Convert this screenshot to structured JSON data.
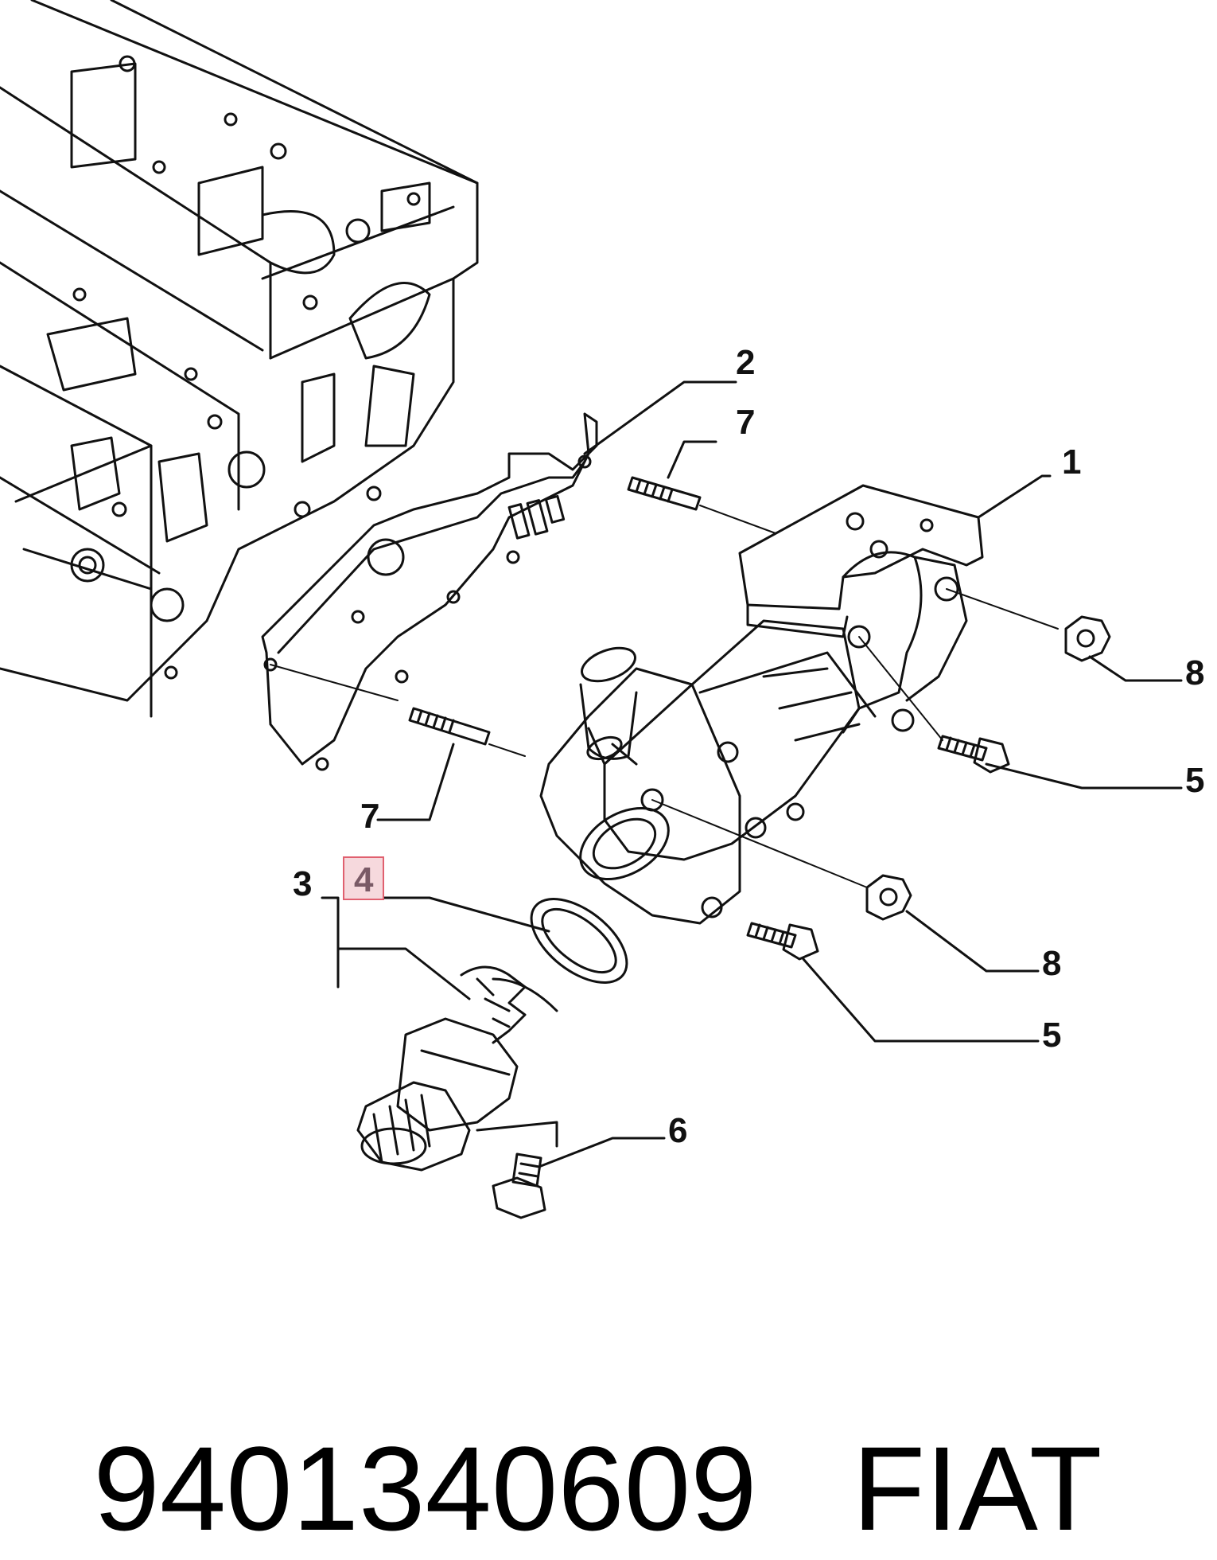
{
  "callouts": {
    "c1": "1",
    "c2": "2",
    "c3": "3",
    "c4": "4",
    "c5a": "5",
    "c5b": "5",
    "c6": "6",
    "c7a": "7",
    "c7b": "7",
    "c8a": "8",
    "c8b": "8"
  },
  "highlight": {
    "callout": "4",
    "fill": "#f6d9dd",
    "stroke": "#e0606f"
  },
  "caption": {
    "part_number": "9401340609",
    "brand": "FIAT"
  },
  "colors": {
    "line": "#111111",
    "background": "#ffffff"
  }
}
